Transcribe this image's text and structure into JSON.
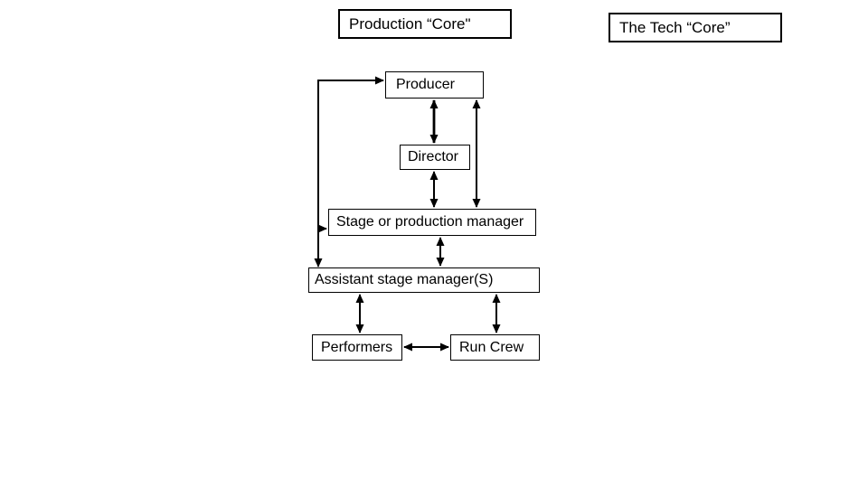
{
  "page": {
    "background_color": "#ffffff",
    "ink_color": "#000000"
  },
  "headers": {
    "production_core": "Production “Core\"",
    "tech_core": "The Tech “Core”"
  },
  "nodes": {
    "producer": "Producer",
    "director": "Director",
    "stage_manager": "Stage or production manager",
    "assistant_stage_manager": "Assistant stage manager(S)",
    "performers": "Performers",
    "run_crew": "Run Crew"
  },
  "edges": [
    {
      "from": "producer",
      "to": "director",
      "arrows": "both"
    },
    {
      "from": "producer",
      "to": "stage_manager",
      "arrows": "both"
    },
    {
      "from": "director",
      "to": "stage_manager",
      "arrows": "both"
    },
    {
      "from": "stage_manager",
      "to": "assistant_stage_manager",
      "arrows": "both"
    },
    {
      "from": "assistant_stage_manager",
      "to": "performers",
      "arrows": "both"
    },
    {
      "from": "assistant_stage_manager",
      "to": "run_crew",
      "arrows": "both"
    },
    {
      "from": "performers",
      "to": "run_crew",
      "arrows": "both"
    },
    {
      "name": "left-rail",
      "points_to": [
        "producer",
        "stage_manager",
        "assistant_stage_manager"
      ],
      "arrows": "into-each"
    }
  ]
}
